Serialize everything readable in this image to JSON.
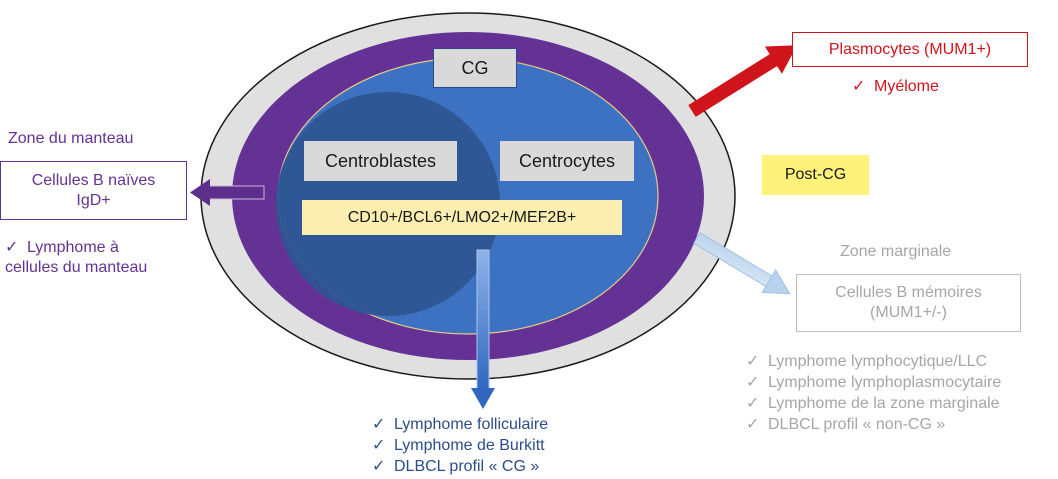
{
  "gc": {
    "cg_label": "CG",
    "centroblasts": "Centroblastes",
    "centrocytes": "Centrocytes",
    "markers": "CD10+/BCL6+/LMO2+/MEF2B+"
  },
  "mantle": {
    "zone_label": "Zone du manteau",
    "cells_line1": "Cellules B naïves",
    "cells_line2": "IgD+",
    "lymphoma_line1": "Lymphome à",
    "lymphoma_line2": "cellules du manteau"
  },
  "plasma": {
    "label": "Plasmocytes (MUM1+)",
    "disease": "Myélome"
  },
  "post_cg": "Post-CG",
  "marginal": {
    "zone_label": "Zone marginale",
    "cells_line1": "Cellules B mémoires",
    "cells_line2": "(MUM1+/-)",
    "diseases": [
      "Lymphome lymphocytique/LLC",
      "Lymphome lymphoplasmocytaire",
      "Lymphome de la zone marginale",
      "DLBCL profil « non-CG »"
    ]
  },
  "follicular": {
    "diseases": [
      "Lymphome folliculaire",
      "Lymphome de Burkitt",
      "DLBCL profil « CG »"
    ]
  },
  "check_mark": "✓",
  "colors": {
    "outer_ring": "#e0e0e0",
    "mantle_purple": "#643294",
    "gc_blue": "#3d72c3",
    "centroblast_circle": "#2e5592",
    "plasma_red": "#d0141c",
    "marginal_text": "#a6a6a6",
    "follicular_text": "#2c4d8a",
    "marker_box": "#fcedb0",
    "post_cg_box": "#fff27a"
  }
}
